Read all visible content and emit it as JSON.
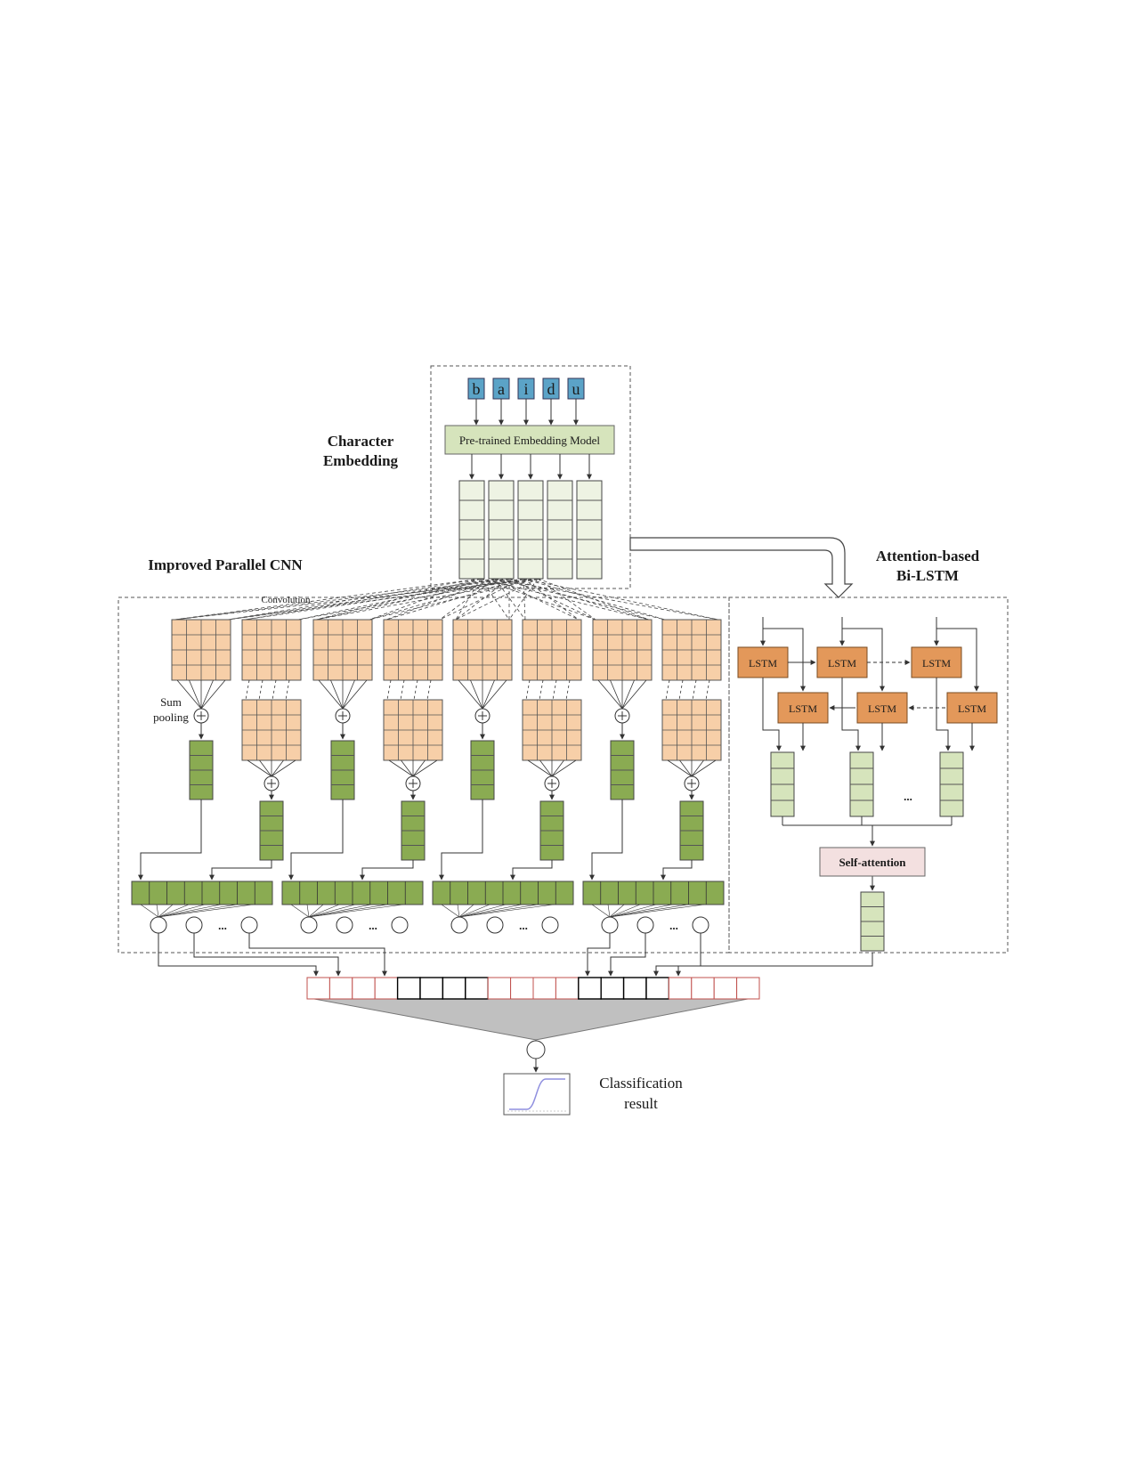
{
  "labels": {
    "character_embedding": [
      "Character",
      "Embedding"
    ],
    "improved_parallel_cnn": "Improved Parallel CNN",
    "attention_bilstm": [
      "Attention-based",
      "Bi-LSTM"
    ],
    "embedding_model": "Pre-trained Embedding Model",
    "convolution": "Convolution",
    "sum_pooling": [
      "Sum",
      "pooling"
    ],
    "lstm": "LSTM",
    "self_attention": "Self-attention",
    "ellipsis": "...",
    "classification": [
      "Classification",
      "result"
    ]
  },
  "input_chars": [
    "b",
    "a",
    "i",
    "d",
    "u"
  ],
  "colors": {
    "char_box": "#5ba3c7",
    "embedding_model": "#d6e4bc",
    "embedding_vector": "#eef3e3",
    "conv_map": "#f7cfa8",
    "pooled_vector": "#8aab52",
    "lstm_cell": "#e3985a",
    "lstm_output": "#d6e4bc",
    "self_attention": "#f3e0e0",
    "concat_red": "#c0504d",
    "concat_black": "#000000",
    "funnel": "#c0c0c0",
    "sigmoid_curve": "#8f8fdf"
  }
}
